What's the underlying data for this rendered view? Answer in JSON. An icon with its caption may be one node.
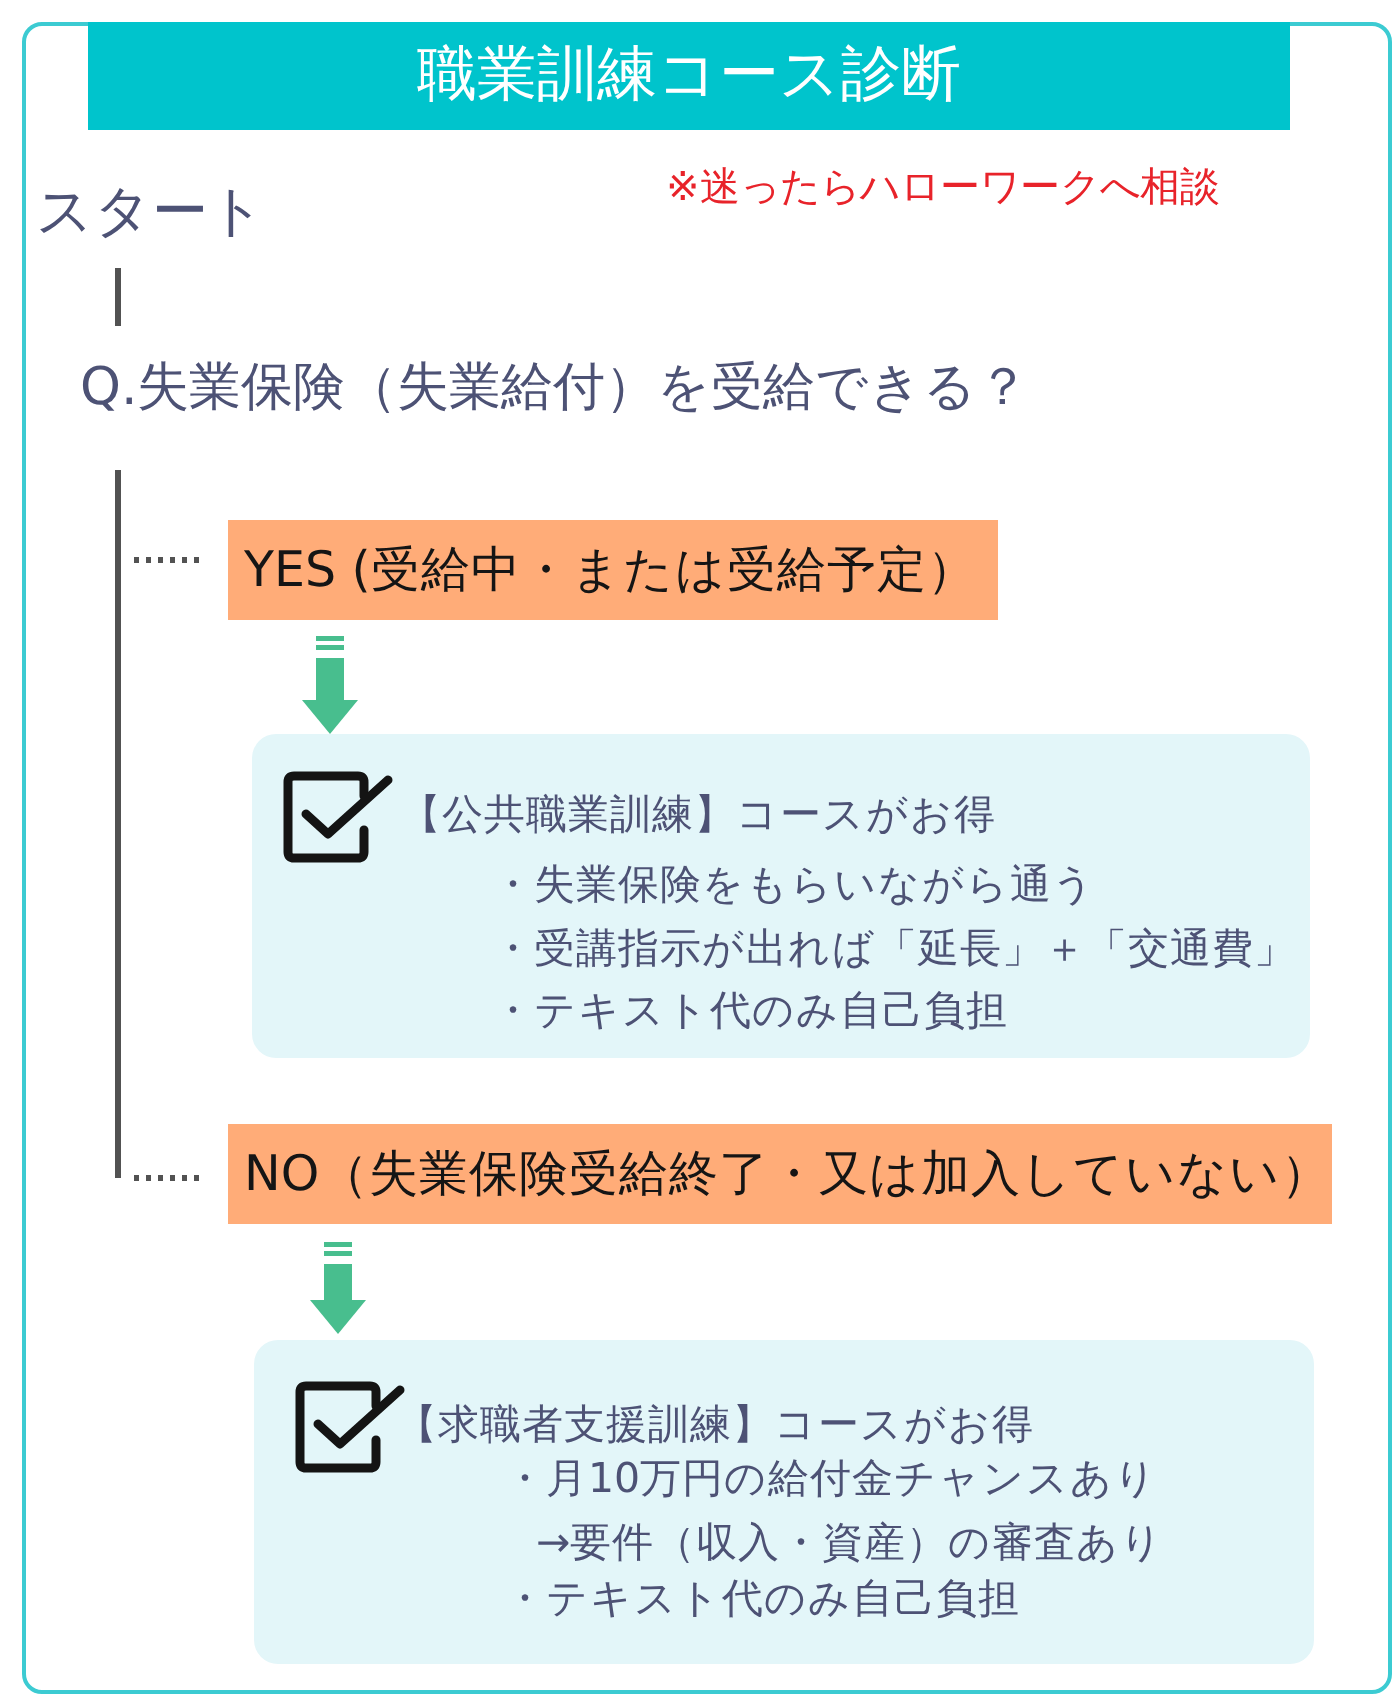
{
  "diagram": {
    "title": "職業訓練コース診断",
    "nodes": [
      {
        "text": [
          "スタート"
        ]
      },
      {
        "text": [
          "Q.失業保険（失業給付）を受給できる？"
        ]
      },
      {
        "text": [
          "YES (受給中・または受給予定）"
        ]
      },
      {
        "text": [
          "【公共職業訓練】コースがお得",
          "・失業保険をもらいながら通う",
          "・受講指示が出れば「延長」＋「交通費」",
          "・テキスト代のみ自己負担"
        ]
      },
      {
        "text": [
          "NO（失業保険受給終了・又は加入していない）"
        ]
      },
      {
        "text": [
          "【求職者支援訓練】コースがお得",
          "・月10万円の給付金チャンスあり",
          "→要件（収入・資産）の審査あり",
          "・テキスト代のみ自己負担"
        ]
      }
    ],
    "edges": [
      {
        "from": 0,
        "to": 1,
        "arrow": "none"
      },
      {
        "from": 1,
        "to": 2,
        "arrow": "none",
        "style": "dashed"
      },
      {
        "from": 1,
        "to": 4,
        "arrow": "none",
        "style": "dashed"
      },
      {
        "from": 2,
        "to": 3,
        "arrow": "to",
        "style": "thick",
        "color": "#48be8e"
      },
      {
        "from": 4,
        "to": 5,
        "arrow": "to",
        "style": "thick",
        "color": "#48be8e"
      }
    ],
    "labels": [
      "※迷ったらハローワークへ相談"
    ]
  }
}
